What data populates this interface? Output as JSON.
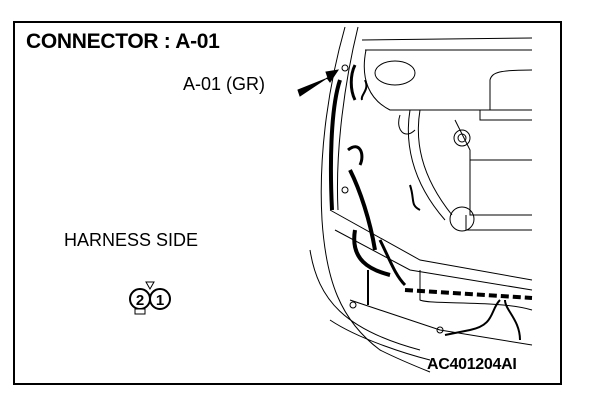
{
  "title": "CONNECTOR : A-01",
  "callout_label": "A-01 (GR)",
  "view_label": "HARNESS SIDE",
  "connector_pins": [
    "2",
    "1"
  ],
  "figure_code": "AC401204AI",
  "icons": [
    "arrow-icon",
    "connector-face-icon",
    "engine-bay-illustration"
  ]
}
